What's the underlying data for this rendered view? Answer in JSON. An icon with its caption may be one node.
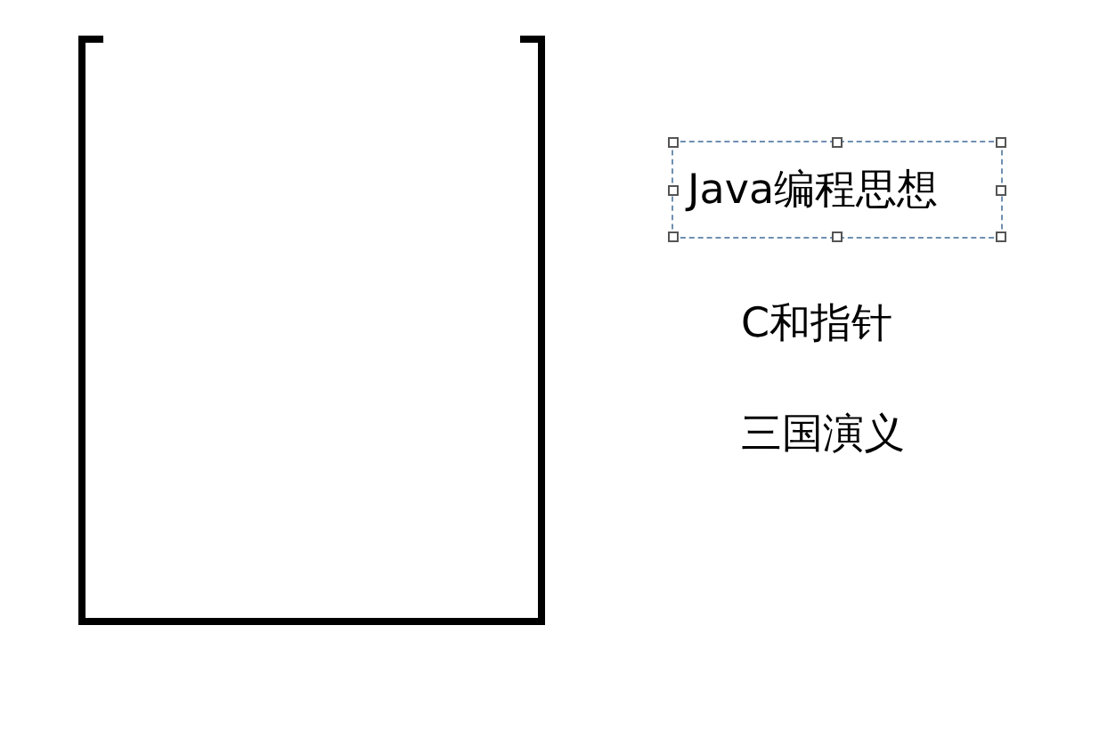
{
  "diagram": {
    "nodes": [
      {
        "text": [],
        "shape": "box"
      },
      {
        "text": [
          "Java编程思想"
        ]
      }
    ],
    "labels": [
      "C和指针",
      "三国演义"
    ]
  }
}
